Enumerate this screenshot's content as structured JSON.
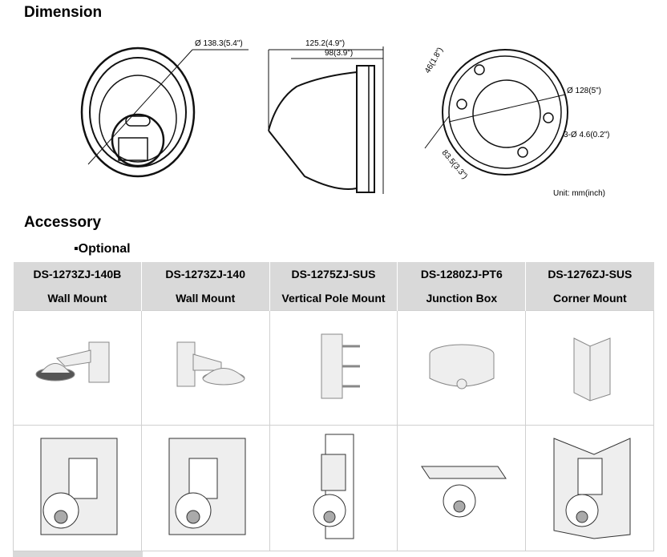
{
  "dimension": {
    "title": "Dimension",
    "front_diameter": "Ø 138.3(5.4\")",
    "side_total": "125.2(4.9\")",
    "side_depth": "98(3.9\")",
    "base_height": "46(1.8\")",
    "base_diameter": "Ø 128(5\")",
    "holes": "3-Ø 4.6(0.2\")",
    "hole_spacing": "83.5(3.3\")",
    "unit": "Unit: mm(inch)"
  },
  "accessory": {
    "title": "Accessory",
    "optional": "▪Optional",
    "items": [
      {
        "model": "DS-1273ZJ-140B",
        "name": "Wall Mount"
      },
      {
        "model": "DS-1273ZJ-140",
        "name": "Wall Mount"
      },
      {
        "model": "DS-1275ZJ-SUS",
        "name": "Vertical Pole Mount"
      },
      {
        "model": "DS-1280ZJ-PT6",
        "name": "Junction Box"
      },
      {
        "model": "DS-1276ZJ-SUS",
        "name": "Corner Mount"
      }
    ]
  }
}
